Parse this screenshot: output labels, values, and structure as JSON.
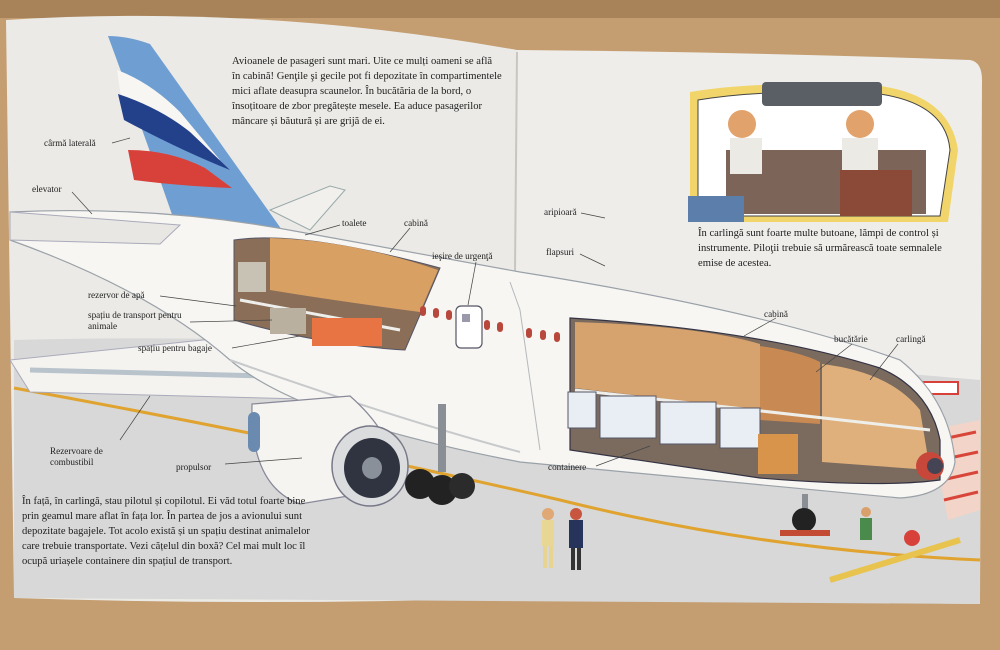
{
  "book": {
    "intro_text": "Avioanele de pasageri sunt mari. Uite ce mulți oameni se află în cabină! Genţile şi gecile pot fi depozitate în compartimentele mici aflate deasupra scaunelor. În bucătăria de la bord, o însoțitoare de zbor pregătește mesele. Ea aduce pasagerilor mâncare și băutură și are grijă de ei.",
    "cockpit_text": "În carlingă sunt foarte multe butoane, lămpi de control și instrumente. Piloţii trebuie să urmărească toate semnalele emise de acestea.",
    "bottom_text": "În față, în carlingă, stau pilotul și copilotul. Ei văd totul foarte bine prin geamul mare aflat în fața lor. În partea de jos a avionului sunt depozitate bagajele. Tot acolo există și un spațiu destinat animalelor care trebuie transportate. Vezi cățelul din boxă? Cel mai mult loc îl ocupă uriașele containere din spațiul de transport."
  },
  "labels": {
    "rudder": "cârmă laterală",
    "elevator": "elevator",
    "toilets": "toalete",
    "cabin_rear": "cabină",
    "emergency_exit": "ieşire de urgenţă",
    "water_tank": "rezervor de apă",
    "animal_space": "spațiu de transport pentru animale",
    "luggage_space": "spațiu pentru bagaje",
    "fuel_tanks": "Rezervoare de combustibil",
    "engine": "propulsor",
    "winglet": "aripioară",
    "flaps": "flapsuri",
    "cabin_front": "cabină",
    "galley": "bucătărie",
    "cockpit": "carlingă",
    "containers": "containere"
  },
  "colors": {
    "page": "#ecebe8",
    "table": "#c7a276",
    "fuselage": "#f7f6f3",
    "tail_blue": "#6f9fd2",
    "stripe_red": "#d8403a",
    "stripe_navy": "#23408a",
    "ground_line": "#e0a32f"
  }
}
